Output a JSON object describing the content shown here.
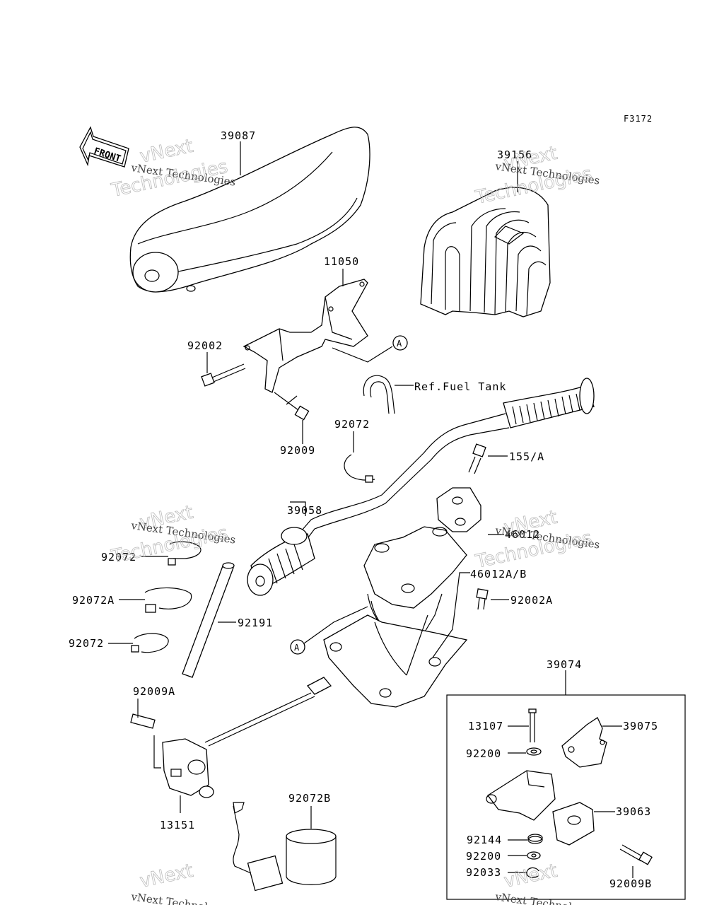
{
  "figure_code": "F3172",
  "front_label": "FRONT",
  "watermark": {
    "line1": "vNext",
    "line2": "vNext Technologies",
    "line3": "Technologies"
  },
  "ref_callouts": {
    "a1": "A",
    "a2": "A"
  },
  "ref_note": "Ref.Fuel Tank",
  "parts": [
    {
      "number": "39087"
    },
    {
      "number": "39156"
    },
    {
      "number": "11050"
    },
    {
      "number": "92002"
    },
    {
      "number": "92009"
    },
    {
      "number": "92072"
    },
    {
      "number": "155/A"
    },
    {
      "number": "39058"
    },
    {
      "number": "46012"
    },
    {
      "number": "46012A/B"
    },
    {
      "number": "92072"
    },
    {
      "number": "92072A"
    },
    {
      "number": "92191"
    },
    {
      "number": "92072"
    },
    {
      "number": "92002A"
    },
    {
      "number": "39074"
    },
    {
      "number": "92009A"
    },
    {
      "number": "13107"
    },
    {
      "number": "39075"
    },
    {
      "number": "92200"
    },
    {
      "number": "39063"
    },
    {
      "number": "92144"
    },
    {
      "number": "92200"
    },
    {
      "number": "92033"
    },
    {
      "number": "92009B"
    },
    {
      "number": "13151"
    },
    {
      "number": "92072B"
    }
  ]
}
